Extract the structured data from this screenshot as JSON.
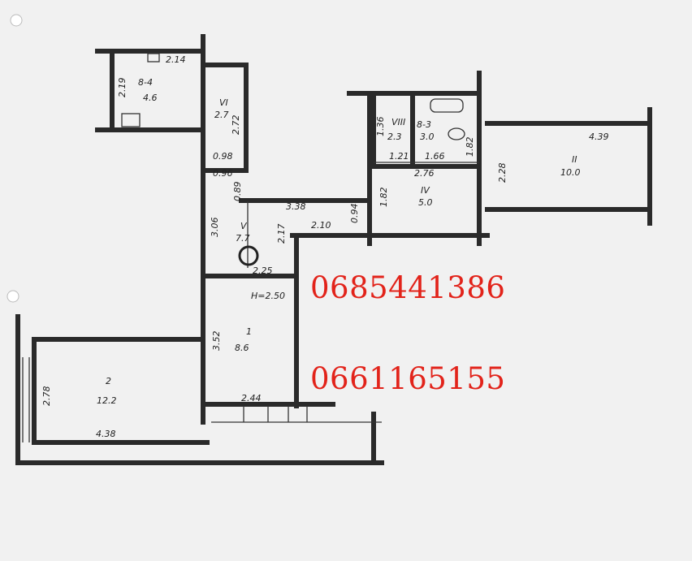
{
  "phones": [
    "0685441386",
    "0661165155"
  ],
  "height_label": "H=2.50",
  "rooms": [
    {
      "num": "8-4",
      "area": "4.6"
    },
    {
      "num": "VI",
      "area": "2.7"
    },
    {
      "num": "VIII",
      "area": "2.3"
    },
    {
      "num": "8-3",
      "area": "3.0"
    },
    {
      "num": "II",
      "area": "10.0"
    },
    {
      "num": "IV",
      "area": "5.0"
    },
    {
      "num": "V",
      "area": "7.7"
    },
    {
      "num": "1",
      "area": "8.6"
    },
    {
      "num": "2",
      "area": "12.2"
    }
  ],
  "dimensions": [
    "2.14",
    "2.19",
    "2.72",
    "0.98",
    "0.96",
    "0.89",
    "3.38",
    "3.06",
    "2.17",
    "2.10",
    "0.94",
    "2.25",
    "1.36",
    "1.21",
    "1.66",
    "1.82",
    "2.76",
    "1.82",
    "2.28",
    "4.39",
    "3.52",
    "2.78",
    "4.38",
    "2.44"
  ],
  "colors": {
    "phone": "#e2231a",
    "ink": "#2a2a2a"
  }
}
